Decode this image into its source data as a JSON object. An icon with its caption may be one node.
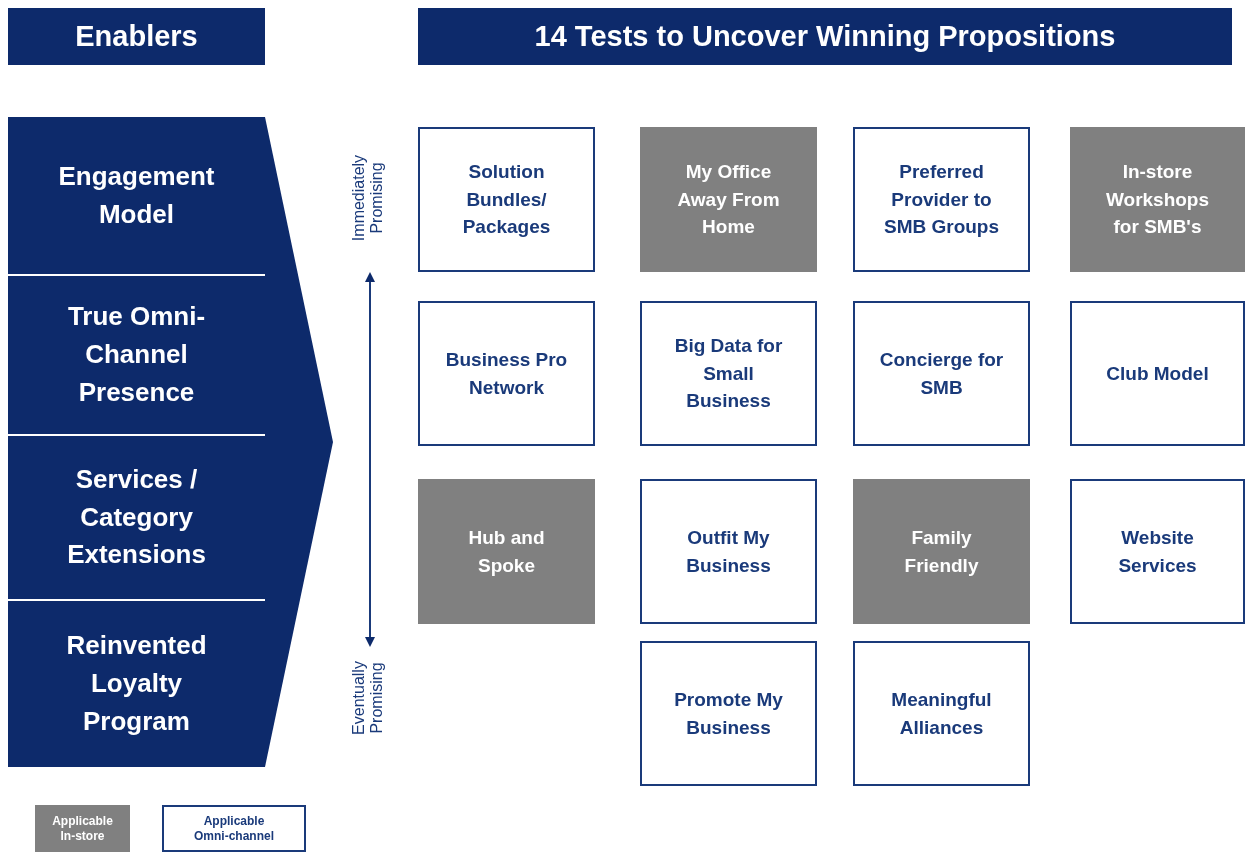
{
  "diagram": {
    "title": "14 Tests to Uncover Winning Propositions",
    "nodes": [
      {
        "text": [
          "Enablers"
        ]
      },
      {
        "text": [
          "Engagement Model"
        ]
      },
      {
        "text": [
          "True Omni-Channel Presence"
        ]
      },
      {
        "text": [
          "Services / Category Extensions"
        ]
      },
      {
        "text": [
          "Reinvented Loyalty Program"
        ]
      },
      {
        "text": [
          "Solution Bundles/ Packages"
        ]
      },
      {
        "text": [
          "My Office Away From Home"
        ]
      },
      {
        "text": [
          "Preferred Provider to SMB Groups"
        ]
      },
      {
        "text": [
          "In-store Workshops for SMB's"
        ]
      },
      {
        "text": [
          "Business Pro Network"
        ]
      },
      {
        "text": [
          "Big Data for Small Business"
        ]
      },
      {
        "text": [
          "Concierge for SMB"
        ]
      },
      {
        "text": [
          "Club Model"
        ]
      },
      {
        "text": [
          "Hub and Spoke"
        ]
      },
      {
        "text": [
          "Outfit My Business"
        ]
      },
      {
        "text": [
          "Family Friendly"
        ]
      },
      {
        "text": [
          "Website Services"
        ]
      },
      {
        "text": [
          "Promote My Business"
        ]
      },
      {
        "text": [
          "Meaningful Alliances"
        ]
      }
    ],
    "labels": [
      "Immediately Promising",
      "Eventually Promising"
    ],
    "legend": [
      {
        "text": "Applicable In-store",
        "color": "#808080"
      },
      {
        "text": "Applicable Omni-channel",
        "color": "#ffffff"
      }
    ]
  }
}
